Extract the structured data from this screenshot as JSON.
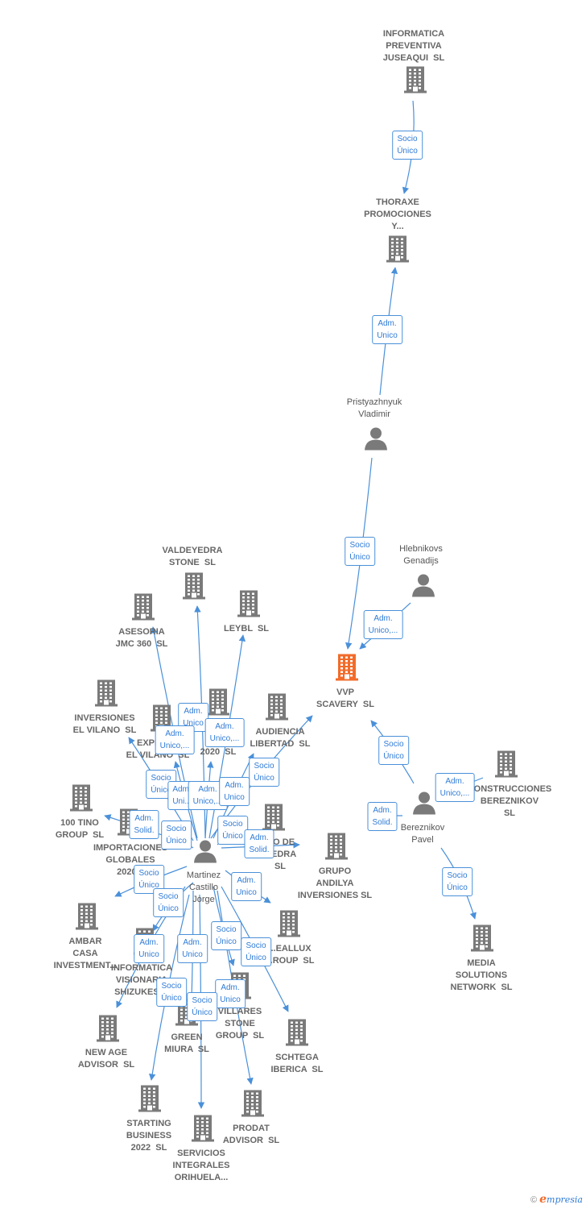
{
  "colors": {
    "edge": "#4a90d9",
    "node": "#7a7a7a",
    "focus_node": "#f26b2a",
    "label_text": "#666666"
  },
  "nodes": [
    {
      "id": "n_informatica_preventiva",
      "type": "company",
      "label": "INFORMATICA\nPREVENTIVA\nJUSEAQUI  SL"
    },
    {
      "id": "n_thoraxe",
      "type": "company",
      "label": "THORAXE\nPROMOCIONES\nY..."
    },
    {
      "id": "n_pristyazhnyuk",
      "type": "person",
      "label": "Pristyazhnyuk\nVladimir"
    },
    {
      "id": "n_hlebnikovs",
      "type": "person",
      "label": "Hlebnikovs\nGenadijs"
    },
    {
      "id": "n_vvp",
      "type": "focus",
      "label": "VVP\nSCAVERY  SL"
    },
    {
      "id": "n_bereznikov",
      "type": "person",
      "label": "Bereznikov\nPavel"
    },
    {
      "id": "n_construcciones",
      "type": "company",
      "label": "CONSTRUCCIONES\nBEREZNIKOV\nSL"
    },
    {
      "id": "n_media",
      "type": "company",
      "label": "MEDIA\nSOLUTIONS\nNETWORK  SL"
    },
    {
      "id": "n_grupo_andilya",
      "type": "company",
      "label": "GRUPO\nANDILYA\nINVERSIONES SL"
    },
    {
      "id": "n_martinez",
      "type": "person",
      "label": "Martinez\nCastillo\nJorge"
    },
    {
      "id": "n_valdeyedra",
      "type": "company",
      "label": "VALDEYEDRA\nSTONE  SL"
    },
    {
      "id": "n_asesoria",
      "type": "company",
      "label": "ASESORIA\nJMC 360  SL"
    },
    {
      "id": "n_leybl",
      "type": "company",
      "label": "LEYBL  SL"
    },
    {
      "id": "n_inversiones_vilano",
      "type": "company",
      "label": "INVERSIONES\nEL VILANO  SL"
    },
    {
      "id": "n_explotaciones",
      "type": "company",
      "label": "EXPLOT...\nEL VILANO  SL"
    },
    {
      "id": "n_2020",
      "type": "company",
      "label": "2020  SL"
    },
    {
      "id": "n_audiencia",
      "type": "company",
      "label": "AUDIENCIA\nLIBERTAD  SL"
    },
    {
      "id": "n_100tino",
      "type": "company",
      "label": "100 TINO\nGROUP  SL"
    },
    {
      "id": "n_importaciones",
      "type": "company",
      "label": "IMPORTACIONES\nGLOBALES\n2020..."
    },
    {
      "id": "n_valdeyedra2",
      "type": "company",
      "label": "...O DE\n...EDRA\nSL"
    },
    {
      "id": "n_ambar",
      "type": "company",
      "label": "AMBAR\nCASA\nINVESTMENT..."
    },
    {
      "id": "n_informatica_visionaria",
      "type": "company",
      "label": "INFORMATICA\nVISIONARIA\nSHIZUKESI..."
    },
    {
      "id": "n_realux",
      "type": "company",
      "label": "...EALLUX\n...ROUP  SL"
    },
    {
      "id": "n_villares",
      "type": "company",
      "label": "VILLARES\nSTONE\nGROUP  SL"
    },
    {
      "id": "n_newage",
      "type": "company",
      "label": "NEW AGE\nADVISOR  SL"
    },
    {
      "id": "n_green",
      "type": "company",
      "label": "GREEN\nMIURA  SL"
    },
    {
      "id": "n_schtega",
      "type": "company",
      "label": "SCHTEGA\nIBERICA  SL"
    },
    {
      "id": "n_starting",
      "type": "company",
      "label": "STARTING\nBUSINESS\n2022  SL"
    },
    {
      "id": "n_servicios",
      "type": "company",
      "label": "SERVICIOS\nINTEGRALES\nORIHUELA..."
    },
    {
      "id": "n_prodat",
      "type": "company",
      "label": "PRODAT\nADVISOR  SL"
    }
  ],
  "edge_labels": [
    "Socio\nÚnico",
    "Adm.\nUnico",
    "Socio\nÚnico",
    "Adm.\nUnico,...",
    "Socio\nÚnico",
    "Adm.\nUnico,...",
    "Adm.\nSolid.",
    "Socio\nÚnico",
    "Adm.\nUnico",
    "Adm.\nUnico,...",
    "Adm.\nUnico,...",
    "Socio\nÚnico",
    "Socio\nÚnico",
    "Adm.\nUni...",
    "Adm.\nUnico,...",
    "Adm.\nUnico",
    "Adm.\nSolid.",
    "Socio\nÚnico",
    "Socio\nÚnico",
    "Adm.\nSolid.",
    "Socio\nÚnico",
    "Socio\nÚnico",
    "Adm.\nUnico",
    "Adm.\nUnico",
    "Adm.\nUnico",
    "Socio\nÚnico",
    "Socio\nÚnico",
    "Socio\nÚnico",
    "Adm.\nUnico",
    "Socio\nÚnico"
  ],
  "footer": {
    "copyright": "©",
    "brand_initial": "e",
    "brand_rest": "mpresia"
  }
}
